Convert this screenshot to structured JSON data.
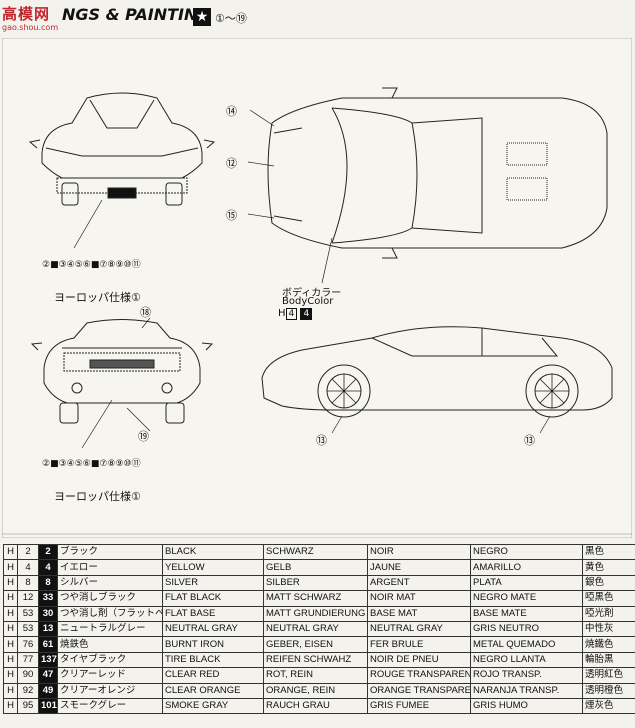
{
  "header": {
    "logo_text": "高模网",
    "logo_sub": "gao.shou.com",
    "title": "NGS & PAINTING",
    "star": "★",
    "range": "①～⑲"
  },
  "callouts": {
    "front_decals": "②■③④⑤⑥■⑦⑧⑨⑩⑪",
    "rear_decals": "②■③④⑤⑥■⑦⑧⑨⑩⑪",
    "europe_spec": "ヨーロッパ仕様①",
    "europe_spec_rear": "ヨーロッパ仕様①",
    "body_color_jp": "ボディカラー",
    "body_color_en": "BodyColor",
    "body_color_code": "H",
    "body_color_h": "4",
    "body_color_m": "4",
    "n12": "⑫",
    "n13a": "⑬",
    "n13b": "⑬",
    "n14": "⑭",
    "n15": "⑮",
    "n18": "⑱",
    "n19": "⑲"
  },
  "colors": [
    {
      "h": "H",
      "hn": "2",
      "m": "2",
      "jp": "ブラック",
      "en": "BLACK",
      "de": "SCHWARZ",
      "fr": "NOIR",
      "es": "NEGRO",
      "cn": "黒色"
    },
    {
      "h": "H",
      "hn": "4",
      "m": "4",
      "jp": "イエロー",
      "en": "YELLOW",
      "de": "GELB",
      "fr": "JAUNE",
      "es": "AMARILLO",
      "cn": "黄色"
    },
    {
      "h": "H",
      "hn": "8",
      "m": "8",
      "jp": "シルバー",
      "en": "SILVER",
      "de": "SILBER",
      "fr": "ARGENT",
      "es": "PLATA",
      "cn": "銀色"
    },
    {
      "h": "H",
      "hn": "12",
      "m": "33",
      "jp": "つや消しブラック",
      "en": "FLAT BLACK",
      "de": "MATT SCHWARZ",
      "fr": "NOIR MAT",
      "es": "NEGRO MATE",
      "cn": "啞黒色"
    },
    {
      "h": "H",
      "hn": "53",
      "m": "30",
      "jp": "つや消し剤（フラットベース）",
      "en": "FLAT BASE",
      "de": "MATT GRUNDIERUNG",
      "fr": "BASE MAT",
      "es": "BASE MATE",
      "cn": "啞光剤"
    },
    {
      "h": "H",
      "hn": "53",
      "m": "13",
      "jp": "ニュートラルグレー",
      "en": "NEUTRAL GRAY",
      "de": "NEUTRAL GRAY",
      "fr": "NEUTRAL GRAY",
      "es": "GRIS NEUTRO",
      "cn": "中性灰"
    },
    {
      "h": "H",
      "hn": "76",
      "m": "61",
      "jp": "焼鉄色",
      "en": "BURNT IRON",
      "de": "GEBER, EISEN",
      "fr": "FER BRULE",
      "es": "METAL QUEMADO",
      "cn": "焼鐵色"
    },
    {
      "h": "H",
      "hn": "77",
      "m": "137",
      "jp": "タイヤブラック",
      "en": "TIRE BLACK",
      "de": "REIFEN SCHWAHZ",
      "fr": "NOIR DE PNEU",
      "es": "NEGRO LLANTA",
      "cn": "輪胎黒"
    },
    {
      "h": "H",
      "hn": "90",
      "m": "47",
      "jp": "クリアーレッド",
      "en": "CLEAR RED",
      "de": "ROT, REIN",
      "fr": "ROUGE TRANSPARENT",
      "es": "ROJO TRANSP.",
      "cn": "透明紅色"
    },
    {
      "h": "H",
      "hn": "92",
      "m": "49",
      "jp": "クリアーオレンジ",
      "en": "CLEAR ORANGE",
      "de": "ORANGE, REIN",
      "fr": "ORANGE TRANSPARENT",
      "es": "NARANJA TRANSP.",
      "cn": "透明橙色"
    },
    {
      "h": "H",
      "hn": "95",
      "m": "101",
      "jp": "スモークグレー",
      "en": "SMOKE GRAY",
      "de": "RAUCH GRAU",
      "fr": "GRIS FUMEE",
      "es": "GRIS HUMO",
      "cn": "煙灰色"
    }
  ]
}
